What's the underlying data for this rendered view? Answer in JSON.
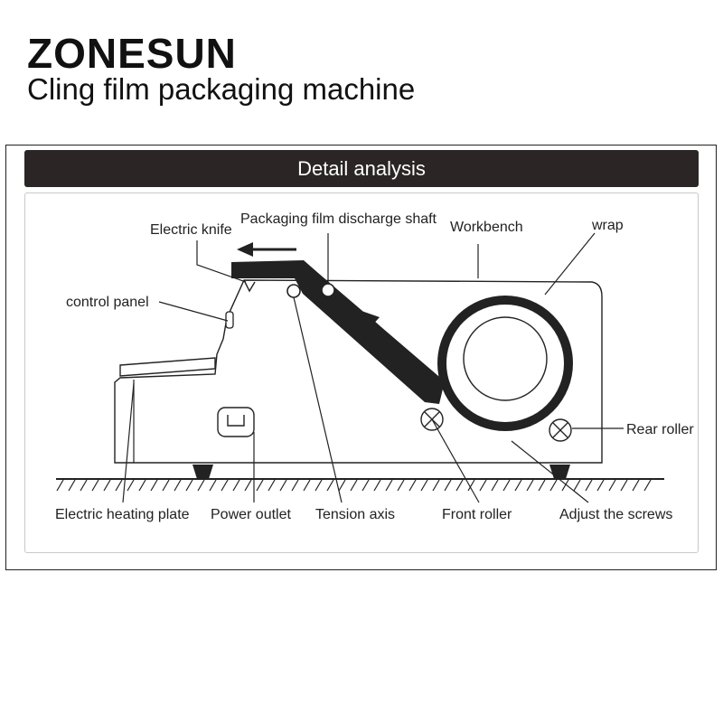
{
  "header": {
    "brand": "ZONESUN",
    "subtitle": "Cling film packaging machine"
  },
  "banner": {
    "title": "Detail analysis"
  },
  "labels": {
    "electric_knife": "Electric knife",
    "discharge_shaft": "Packaging film discharge shaft",
    "workbench": "Workbench",
    "wrap": "wrap",
    "control_panel": "control panel",
    "rear_roller": "Rear roller",
    "heating_plate": "Electric heating plate",
    "power_outlet": "Power outlet",
    "tension_axis": "Tension axis",
    "front_roller": "Front roller",
    "adjust_screws": "Adjust the screws"
  }
}
